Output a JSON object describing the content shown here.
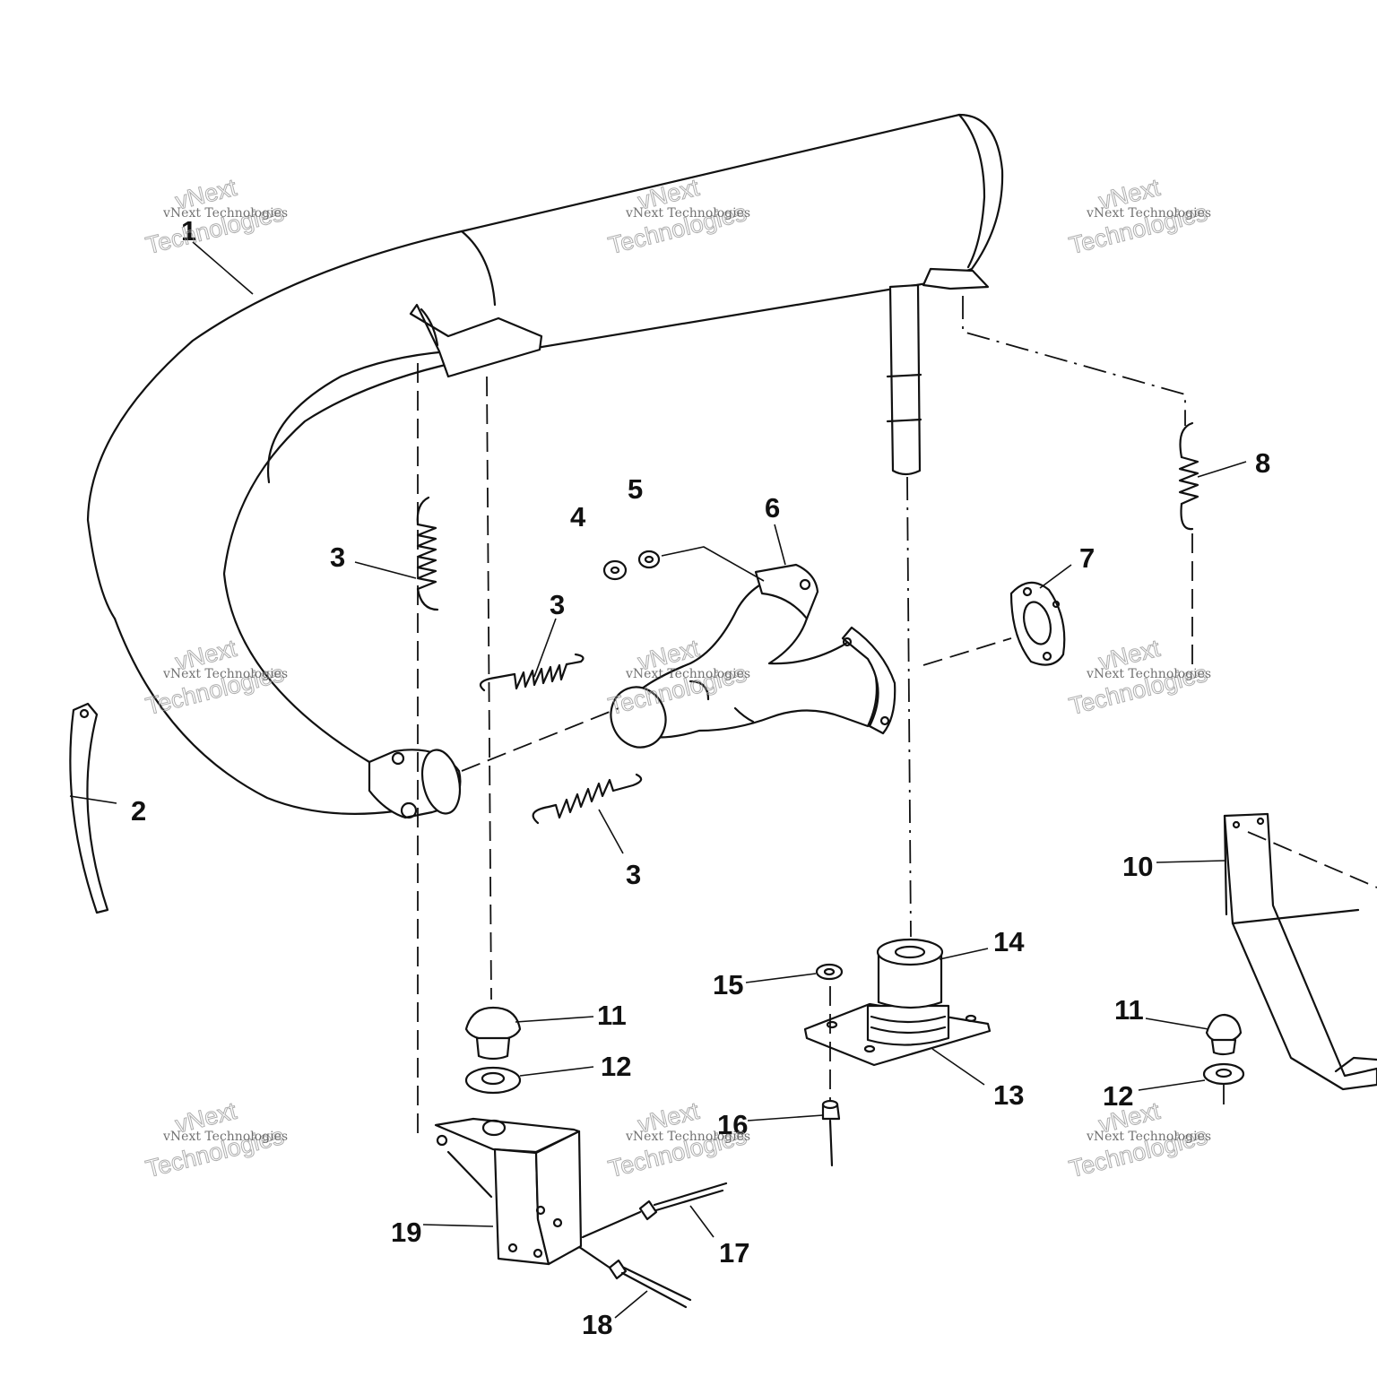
{
  "callouts": {
    "c1": "1",
    "c2": "2",
    "c3a": "3",
    "c3b": "3",
    "c3c": "3",
    "c4": "4",
    "c5": "5",
    "c6": "6",
    "c7": "7",
    "c8": "8",
    "c10": "10",
    "c11a": "11",
    "c11b": "11",
    "c12a": "12",
    "c12b": "12",
    "c13": "13",
    "c14": "14",
    "c15": "15",
    "c16": "16",
    "c17": "17",
    "c18": "18",
    "c19": "19"
  },
  "watermark": {
    "line1": "vNext",
    "line2": "vNext Technologies",
    "line3": "Technologies"
  }
}
